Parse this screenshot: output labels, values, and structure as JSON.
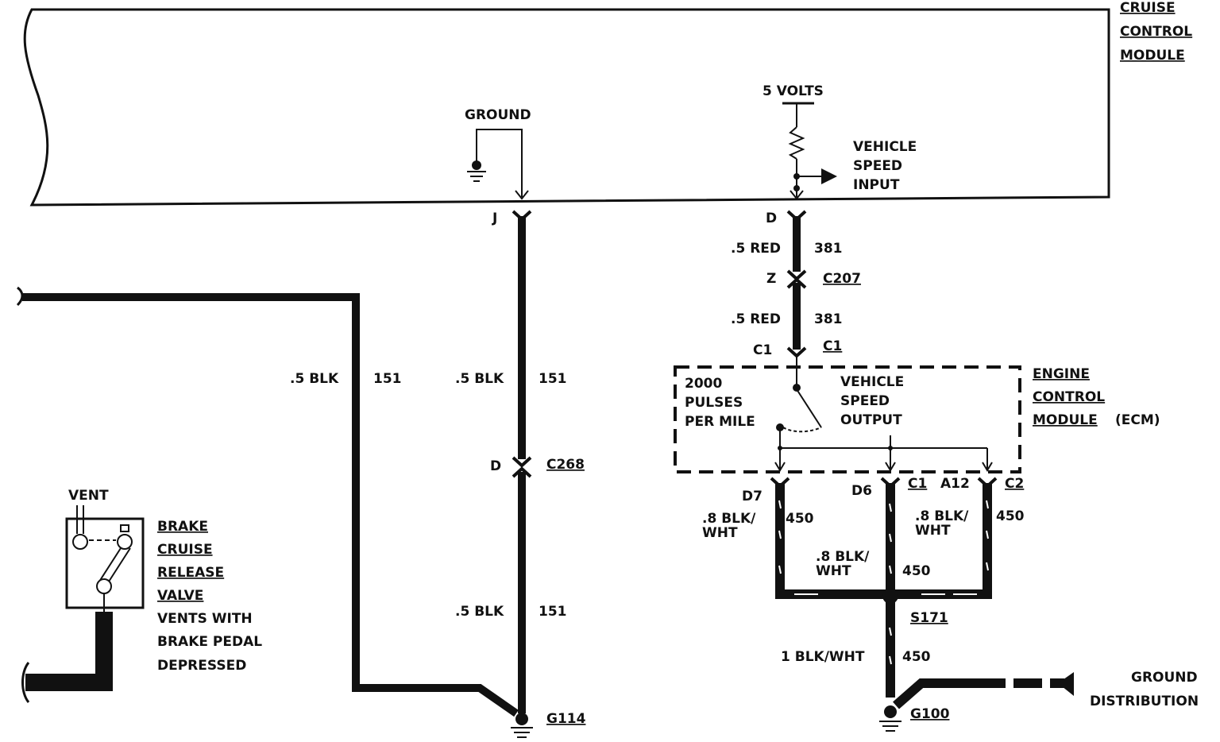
{
  "colors": {
    "ink": "#111111",
    "paper": "#ffffff"
  },
  "cruise_module": {
    "line1": "CRUISE",
    "line2": "CONTROL",
    "line3": "MODULE"
  },
  "ground_label": "GROUND",
  "five_volts": "5 VOLTS",
  "vss_input": {
    "line1": "VEHICLE",
    "line2": "SPEED",
    "line3": "INPUT"
  },
  "pins": {
    "j": "J",
    "d_top": "D",
    "z": "Z",
    "c1_left": "C1",
    "c1_right": "C1",
    "d_c268": "D",
    "d7": "D7",
    "d6": "D6",
    "c1_ecm": "C1",
    "a12": "A12",
    "c2": "C2"
  },
  "connectors": {
    "c207": "C207",
    "c268": "C268"
  },
  "wires": {
    "red_top": {
      "gauge": ".5 RED",
      "circuit": "381"
    },
    "red_bottom": {
      "gauge": ".5 RED",
      "circuit": "381"
    },
    "blk_left": {
      "gauge": ".5 BLK",
      "circuit": "151"
    },
    "blk_mid_upper": {
      "gauge": ".5 BLK",
      "circuit": "151"
    },
    "blk_mid_lower": {
      "gauge": ".5 BLK",
      "circuit": "151"
    },
    "bw_left": {
      "gauge1": ".8 BLK/",
      "gauge2": "WHT",
      "circuit": "450"
    },
    "bw_center": {
      "gauge1": ".8 BLK/",
      "gauge2": "WHT",
      "circuit": "450"
    },
    "bw_right": {
      "gauge1": ".8 BLK/",
      "gauge2": "WHT",
      "circuit": "450"
    },
    "bw_main": {
      "gauge": "1 BLK/WHT",
      "circuit": "450"
    }
  },
  "ecm_pulses": {
    "line1": "2000",
    "line2": "PULSES",
    "line3": "PER MILE"
  },
  "vss_output": {
    "line1": "VEHICLE",
    "line2": "SPEED",
    "line3": "OUTPUT"
  },
  "ecm_label": {
    "line1": "ENGINE",
    "line2": "CONTROL",
    "line3": "MODULE",
    "suffix": "(ECM)"
  },
  "splice": "S171",
  "grounds": {
    "g114": "G114",
    "g100": "G100"
  },
  "ground_distribution": {
    "line1": "GROUND",
    "line2": "DISTRIBUTION"
  },
  "vent": "VENT",
  "brake_valve": {
    "line1": "BRAKE",
    "line2": "CRUISE",
    "line3": "RELEASE",
    "line4": "VALVE",
    "line5": "VENTS WITH",
    "line6": "BRAKE PEDAL",
    "line7": "DEPRESSED"
  }
}
